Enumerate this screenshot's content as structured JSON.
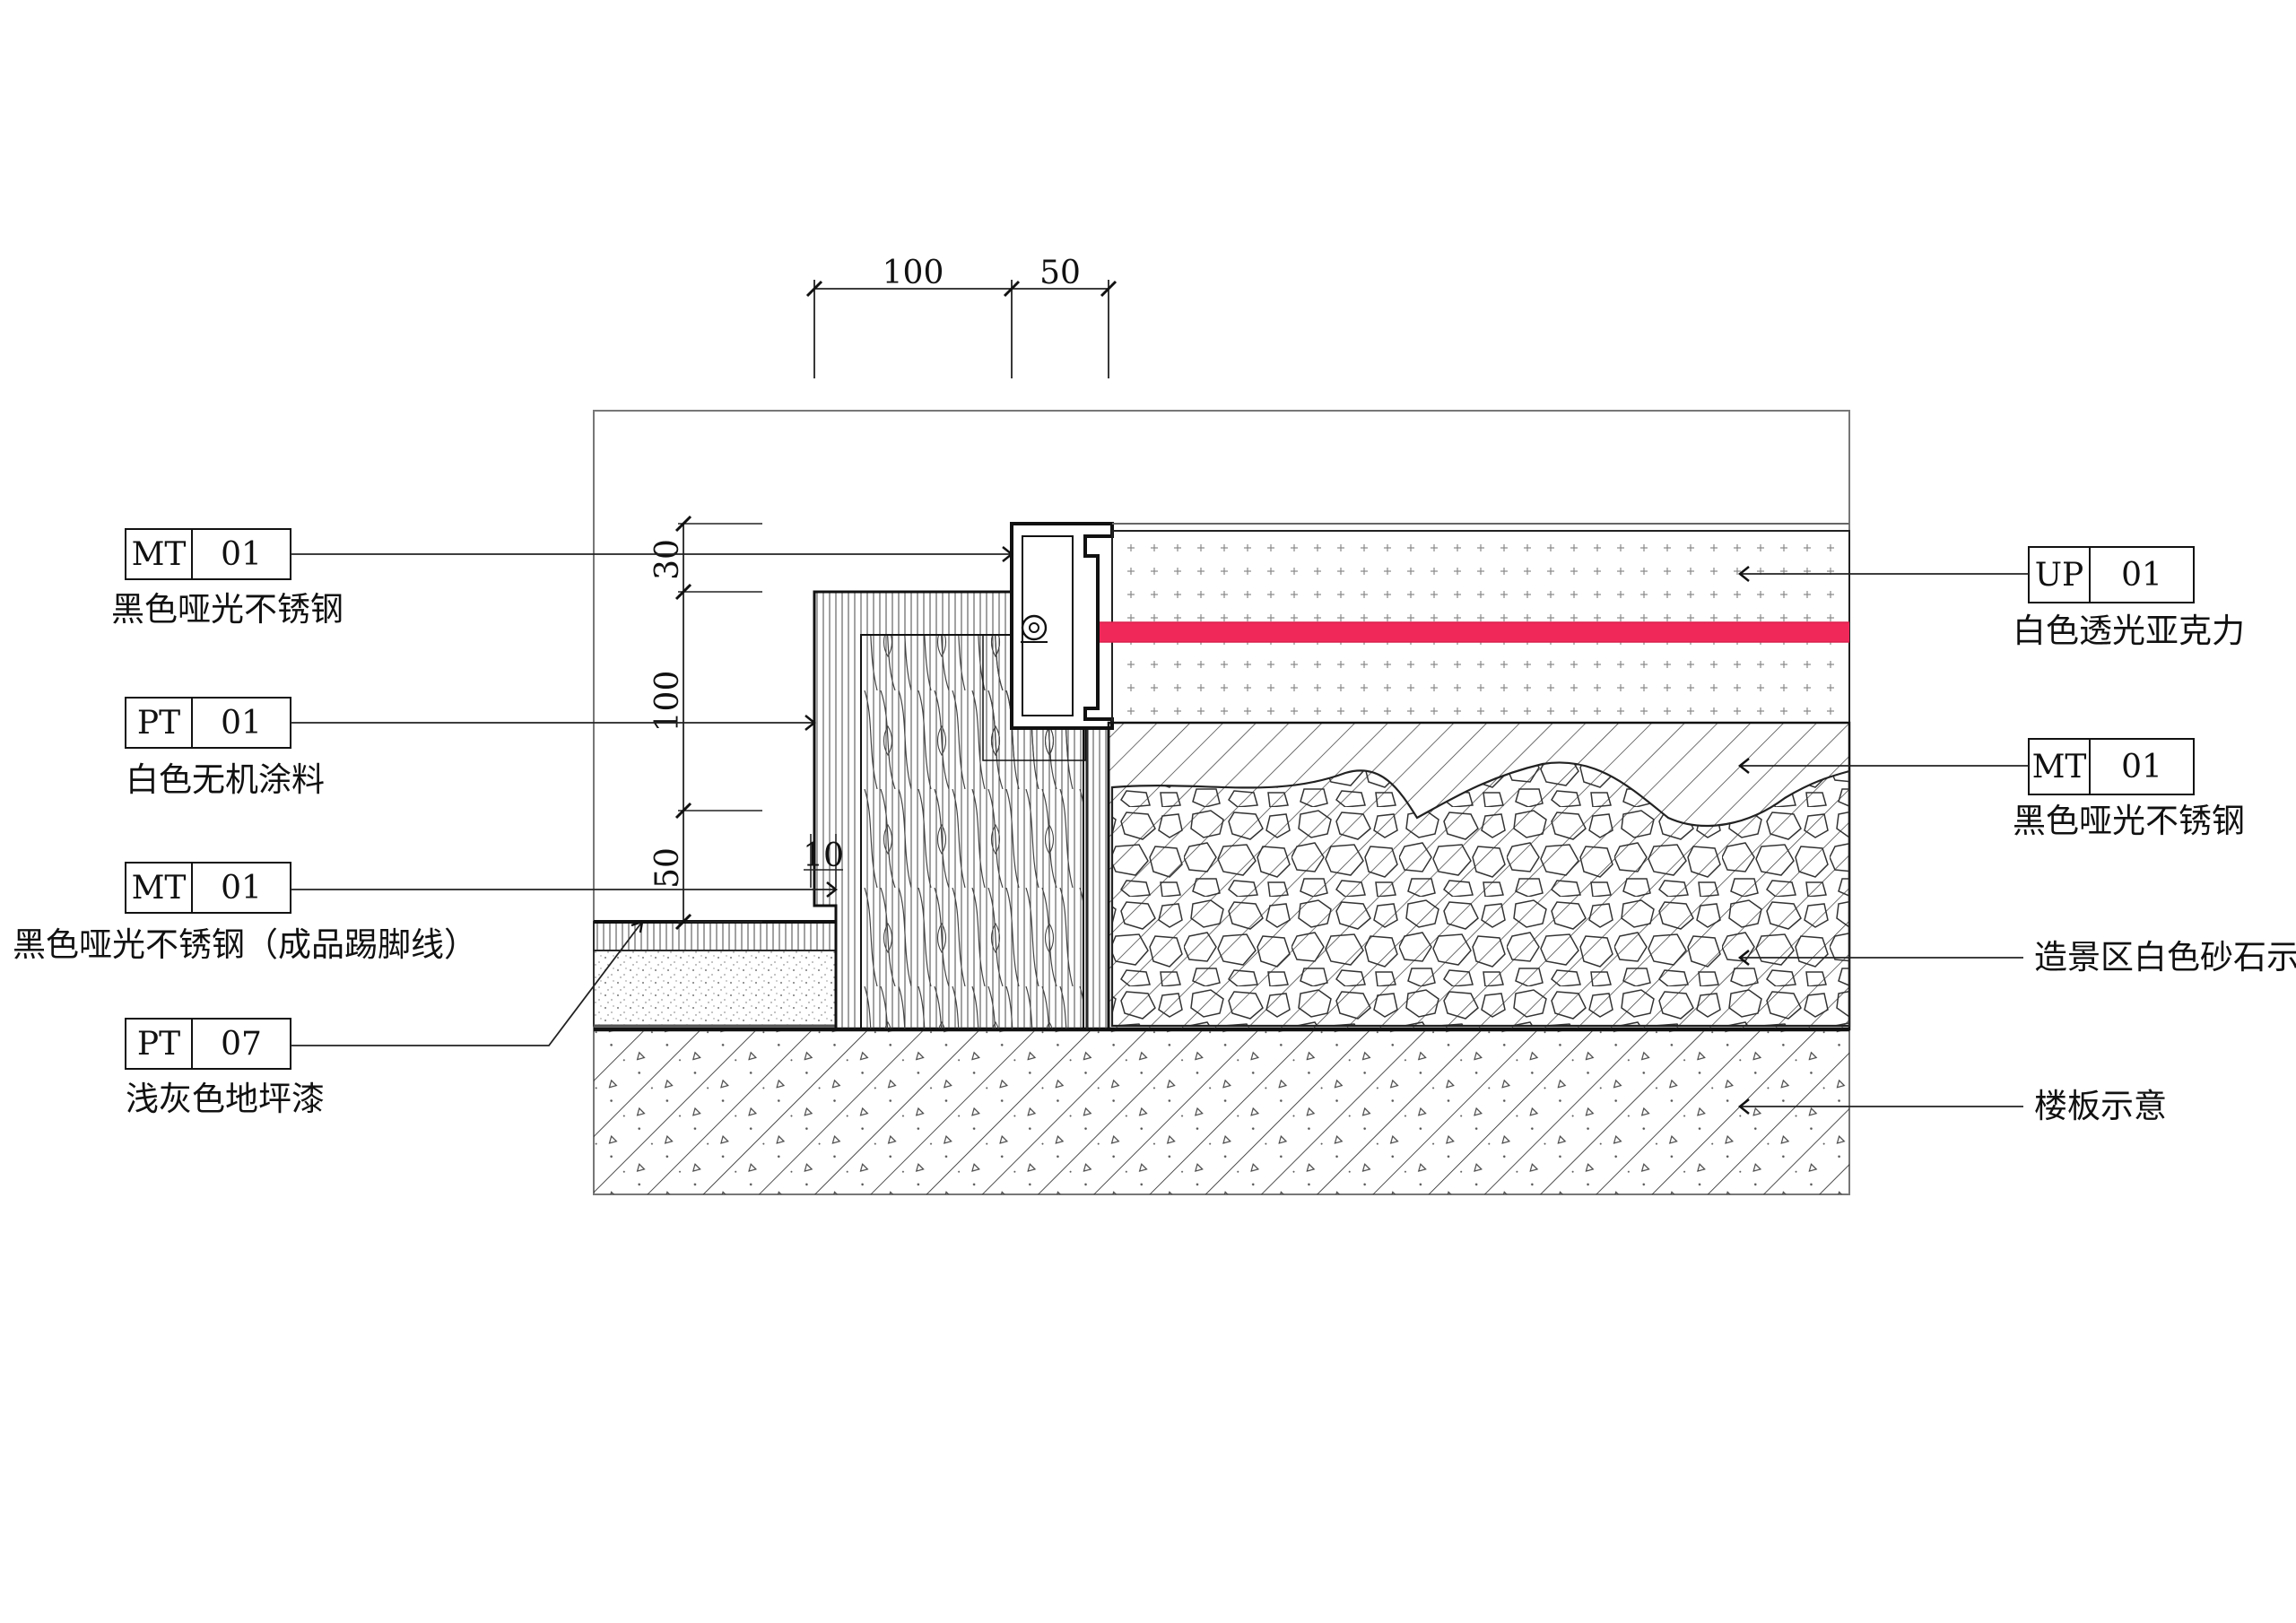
{
  "dimensions": {
    "top_100": "100",
    "top_50": "50",
    "side_30": "30",
    "side_100": "100",
    "side_50": "50",
    "side_10": "10"
  },
  "callouts_left": [
    {
      "code": "MT",
      "num": "01",
      "text": "黑色哑光不锈钢"
    },
    {
      "code": "PT",
      "num": "01",
      "text": "白色无机涂料"
    },
    {
      "code": "MT",
      "num": "01",
      "text": "黑色哑光不锈钢（成品踢脚线）"
    },
    {
      "code": "PT",
      "num": "07",
      "text": "浅灰色地坪漆"
    }
  ],
  "callouts_right": [
    {
      "code": "UP",
      "num": "01",
      "text": "白色透光亚克力"
    },
    {
      "code": "MT",
      "num": "01",
      "text": "黑色哑光不锈钢"
    }
  ],
  "notes_right": [
    {
      "text": "造景区白色砂石示意"
    },
    {
      "text": "楼板示意"
    }
  ],
  "colors": {
    "line": "#111111",
    "led_strip": "#f0285a",
    "background": "#ffffff"
  }
}
